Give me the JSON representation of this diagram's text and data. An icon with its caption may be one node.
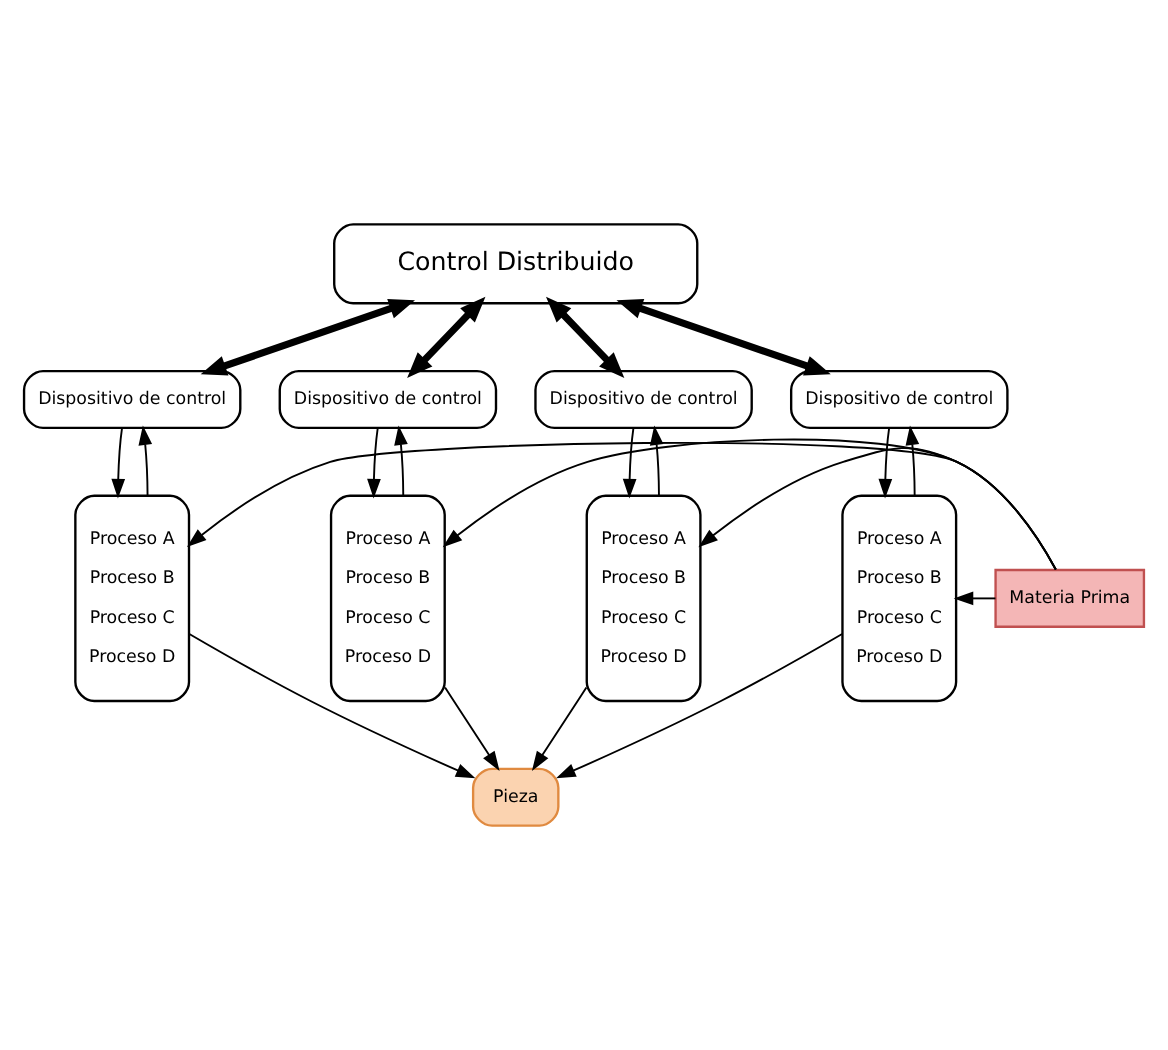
{
  "diagram": {
    "nodes": [
      {
        "text": [
          "Control Distribuido"
        ]
      },
      {
        "text": [
          "Dispositivo de control"
        ]
      },
      {
        "text": [
          "Dispositivo de control"
        ]
      },
      {
        "text": [
          "Dispositivo de control"
        ]
      },
      {
        "text": [
          "Dispositivo de control"
        ]
      },
      {
        "text": [
          "Materia Prima"
        ]
      },
      {
        "text": [
          "Proceso A",
          "Proceso B",
          "Proceso C",
          "Proceso D"
        ]
      },
      {
        "text": [
          "Proceso A",
          "Proceso B",
          "Proceso C",
          "Proceso D"
        ]
      },
      {
        "text": [
          "Proceso A",
          "Proceso B",
          "Proceso C",
          "Proceso D"
        ]
      },
      {
        "text": [
          "Proceso A",
          "Proceso B",
          "Proceso C",
          "Proceso D"
        ]
      },
      {
        "text": [
          "Pieza"
        ]
      }
    ],
    "edges": [
      {
        "from": 0,
        "to": 1,
        "arrow": "both",
        "style": "thick"
      },
      {
        "from": 0,
        "to": 2,
        "arrow": "both",
        "style": "thick"
      },
      {
        "from": 0,
        "to": 3,
        "arrow": "both",
        "style": "thick"
      },
      {
        "from": 0,
        "to": 4,
        "arrow": "both",
        "style": "thick"
      },
      {
        "from": 1,
        "to": 6,
        "arrow": "to"
      },
      {
        "from": 6,
        "to": 1,
        "arrow": "to"
      },
      {
        "from": 2,
        "to": 7,
        "arrow": "to"
      },
      {
        "from": 7,
        "to": 2,
        "arrow": "to"
      },
      {
        "from": 3,
        "to": 8,
        "arrow": "to"
      },
      {
        "from": 8,
        "to": 3,
        "arrow": "to"
      },
      {
        "from": 4,
        "to": 9,
        "arrow": "to"
      },
      {
        "from": 9,
        "to": 4,
        "arrow": "to"
      },
      {
        "from": 5,
        "to": 6,
        "arrow": "to"
      },
      {
        "from": 5,
        "to": 7,
        "arrow": "to"
      },
      {
        "from": 5,
        "to": 8,
        "arrow": "to"
      },
      {
        "from": 5,
        "to": 9,
        "arrow": "to"
      },
      {
        "from": 6,
        "to": 10,
        "arrow": "to"
      },
      {
        "from": 7,
        "to": 10,
        "arrow": "to"
      },
      {
        "from": 8,
        "to": 10,
        "arrow": "to"
      },
      {
        "from": 9,
        "to": 10,
        "arrow": "to"
      }
    ]
  }
}
